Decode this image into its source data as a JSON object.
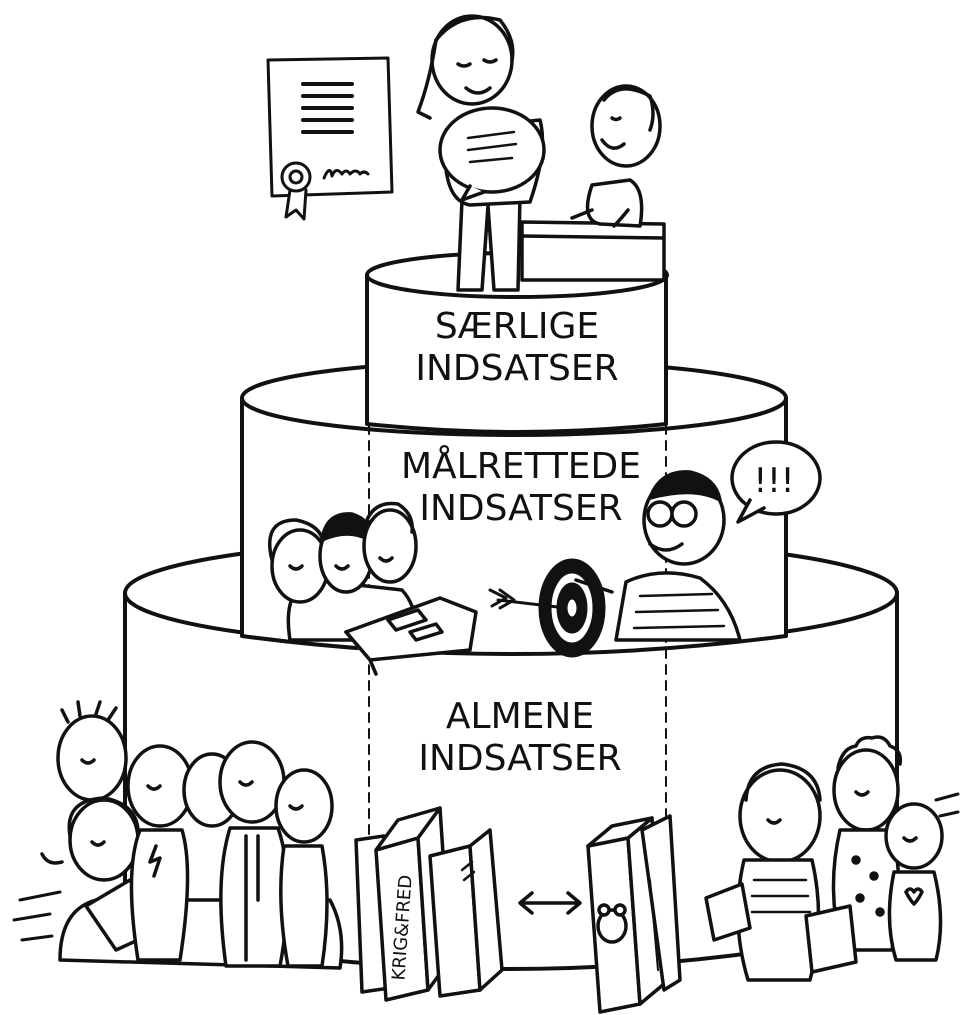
{
  "tiers": [
    {
      "id": "top",
      "line1": "SÆRLIGE",
      "line2": "INDSATSER"
    },
    {
      "id": "middle",
      "line1": "MÅLRETTEDE",
      "line2": "INDSATSER"
    },
    {
      "id": "bottom",
      "line1": "ALMENE",
      "line2": "INDSATSER"
    }
  ],
  "speech_bubble": {
    "text": "!!!"
  },
  "book_spine": {
    "text": "KRIG&FRED"
  },
  "colors": {
    "ink": "#111111",
    "paper": "#ffffff"
  }
}
